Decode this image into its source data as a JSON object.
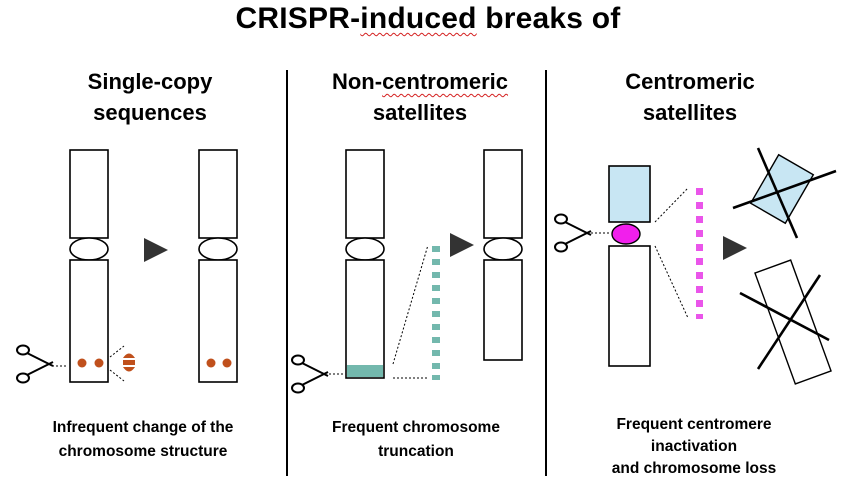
{
  "title": {
    "prefix": "CRISPR-",
    "underlined": "induced",
    "suffix": " breaks of"
  },
  "panels": [
    {
      "heading_line1": "Single-copy",
      "heading_line2": "sequences",
      "caption_line1": "Infrequent change of the",
      "caption_line2": "chromosome structure"
    },
    {
      "heading_line1_prefix": "Non-",
      "heading_line1_underlined": "centromeric",
      "heading_line2": "satellites",
      "caption_line1": "Frequent chromosome",
      "caption_line2": "truncation"
    },
    {
      "heading_line1": "Centromeric",
      "heading_line2": "satellites",
      "caption_line1": "Frequent centromere",
      "caption_line2": "inactivation",
      "caption_line3": "and chromosome loss"
    }
  ],
  "colors": {
    "break_dot": "#c0501c",
    "satellite_teal": "#73b8ad",
    "satellite_pink": "#ea55ea",
    "centromere_pink": "#f11fec",
    "chromosome_blue": "#c8e6f3",
    "outline": "#000000"
  }
}
